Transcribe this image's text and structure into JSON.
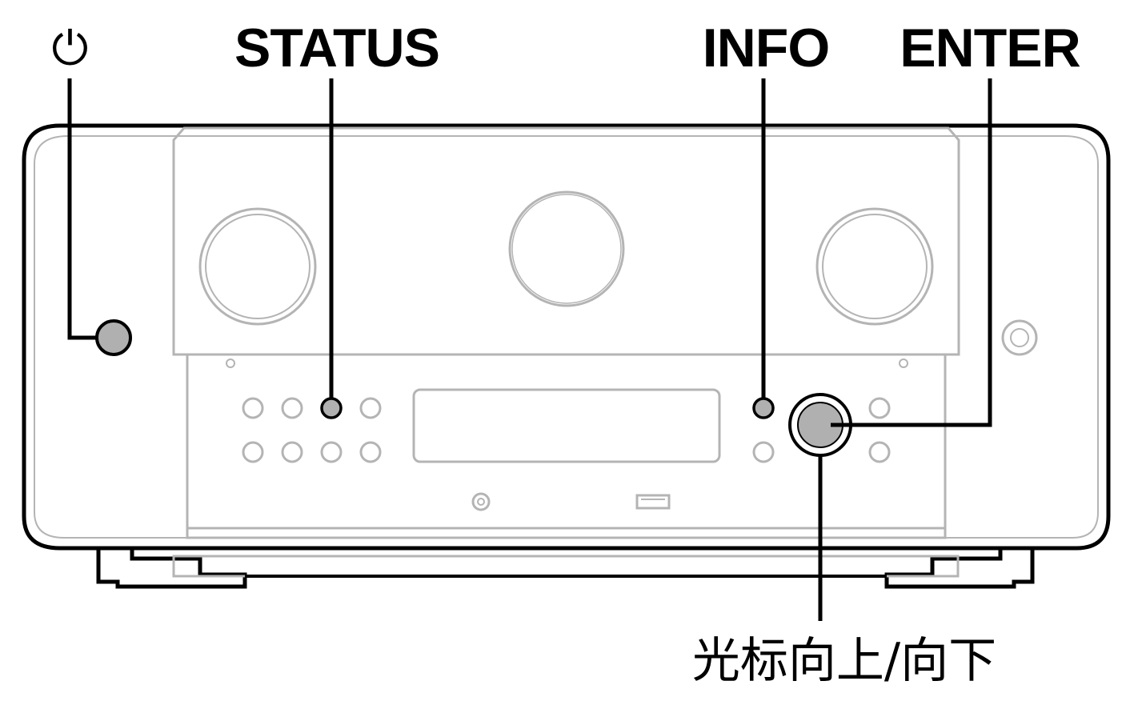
{
  "callouts": {
    "power_symbol": "⏻",
    "status": "STATUS",
    "info": "INFO",
    "enter": "ENTER",
    "cursor": "光标向上/向下"
  },
  "colors": {
    "outline": "#000000",
    "panel_line": "#b4b4b4",
    "highlight_fill": "#b0b0b0",
    "background": "#ffffff"
  }
}
